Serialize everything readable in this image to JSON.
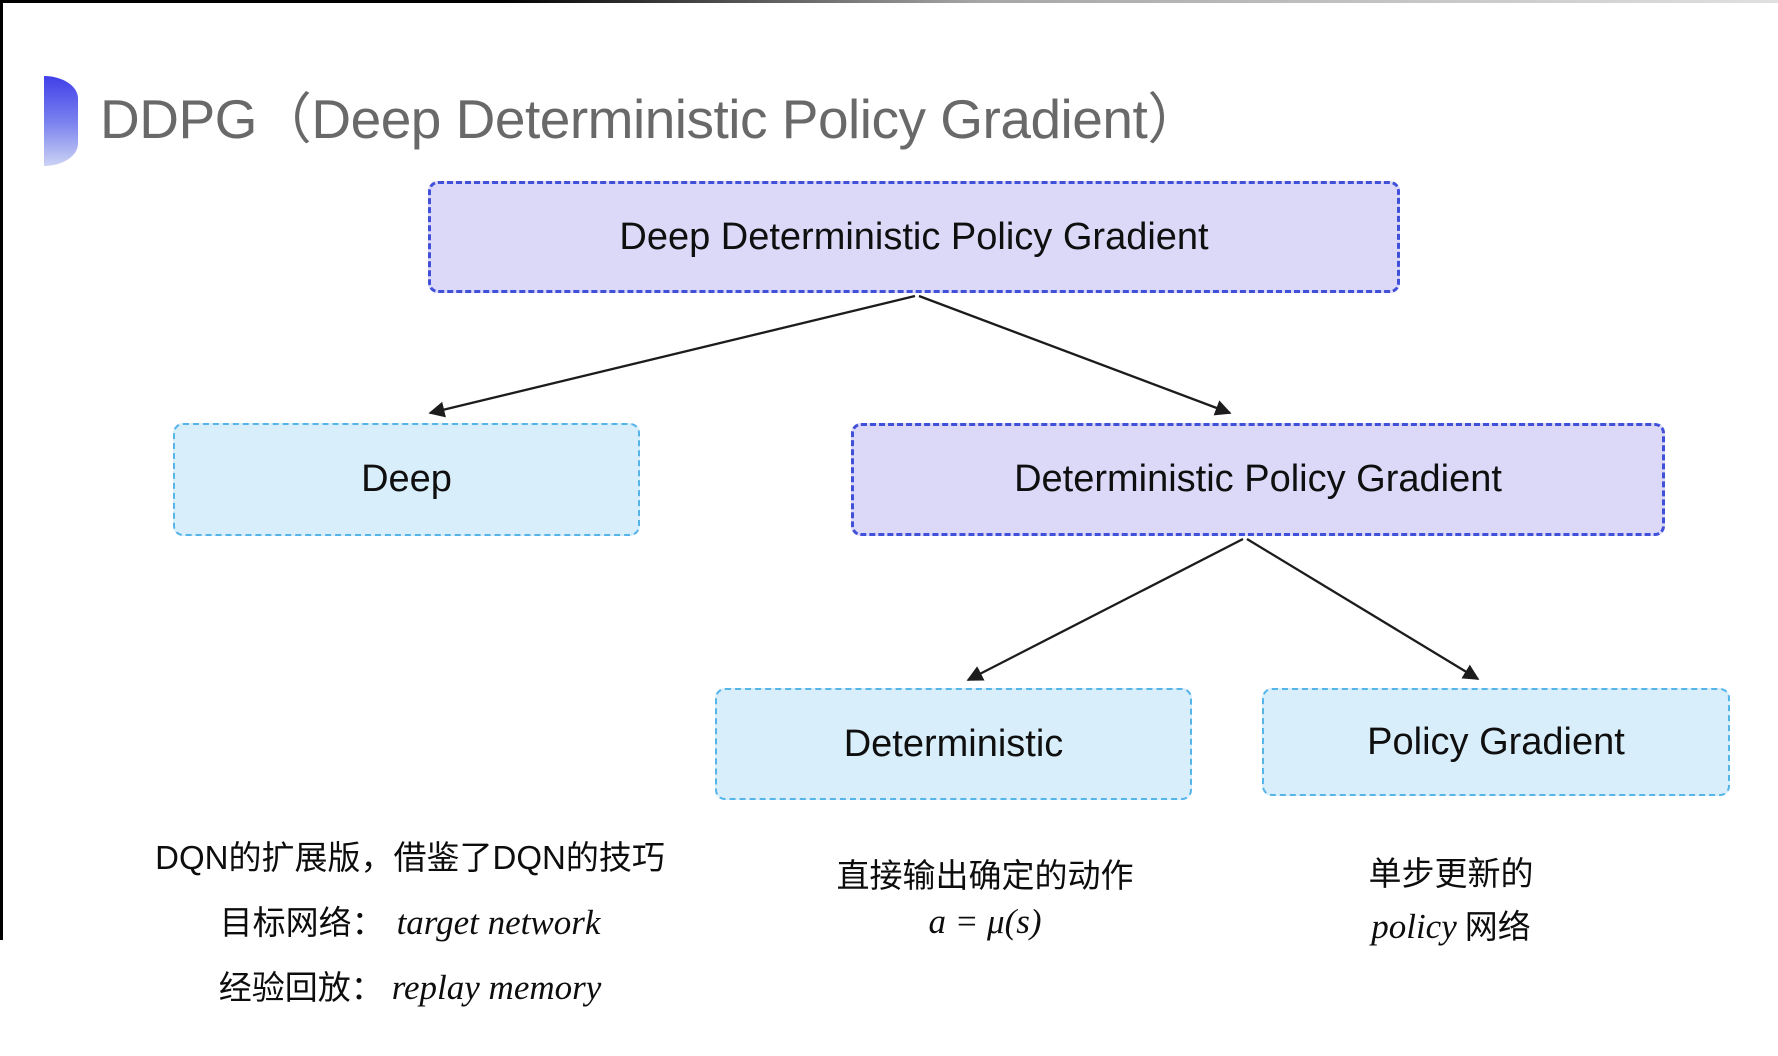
{
  "slide": {
    "title": "DDPG（Deep Deterministic Policy Gradient）"
  },
  "tree": {
    "root": {
      "label": "Deep Deterministic Policy Gradient"
    },
    "children": [
      {
        "label": "Deep"
      },
      {
        "label": "Deterministic Policy Gradient"
      }
    ],
    "leaves": [
      {
        "label": "Deterministic"
      },
      {
        "label": "Policy Gradient"
      }
    ]
  },
  "notes": {
    "deep": {
      "line1": "DQN的扩展版，借鉴了DQN的技巧",
      "line2_zh": "目标网络：",
      "line2_en": "target network",
      "line3_zh": "经验回放：",
      "line3_en": "replay memory"
    },
    "deterministic": {
      "line1": "直接输出确定的动作",
      "formula": "a = μ(s)"
    },
    "policy_gradient": {
      "line1": "单步更新的",
      "line2_en": "policy",
      "line2_zh": "网络"
    }
  },
  "colors": {
    "purple_fill": "#dcd9f8",
    "purple_border": "#4150d8",
    "blue_fill": "#d9eefb",
    "blue_border": "#55b5e9",
    "title_gray": "#696969",
    "arrow": "#1c1c1c",
    "accent_top": "#4040e8",
    "accent_bottom": "#ccd3f4"
  }
}
